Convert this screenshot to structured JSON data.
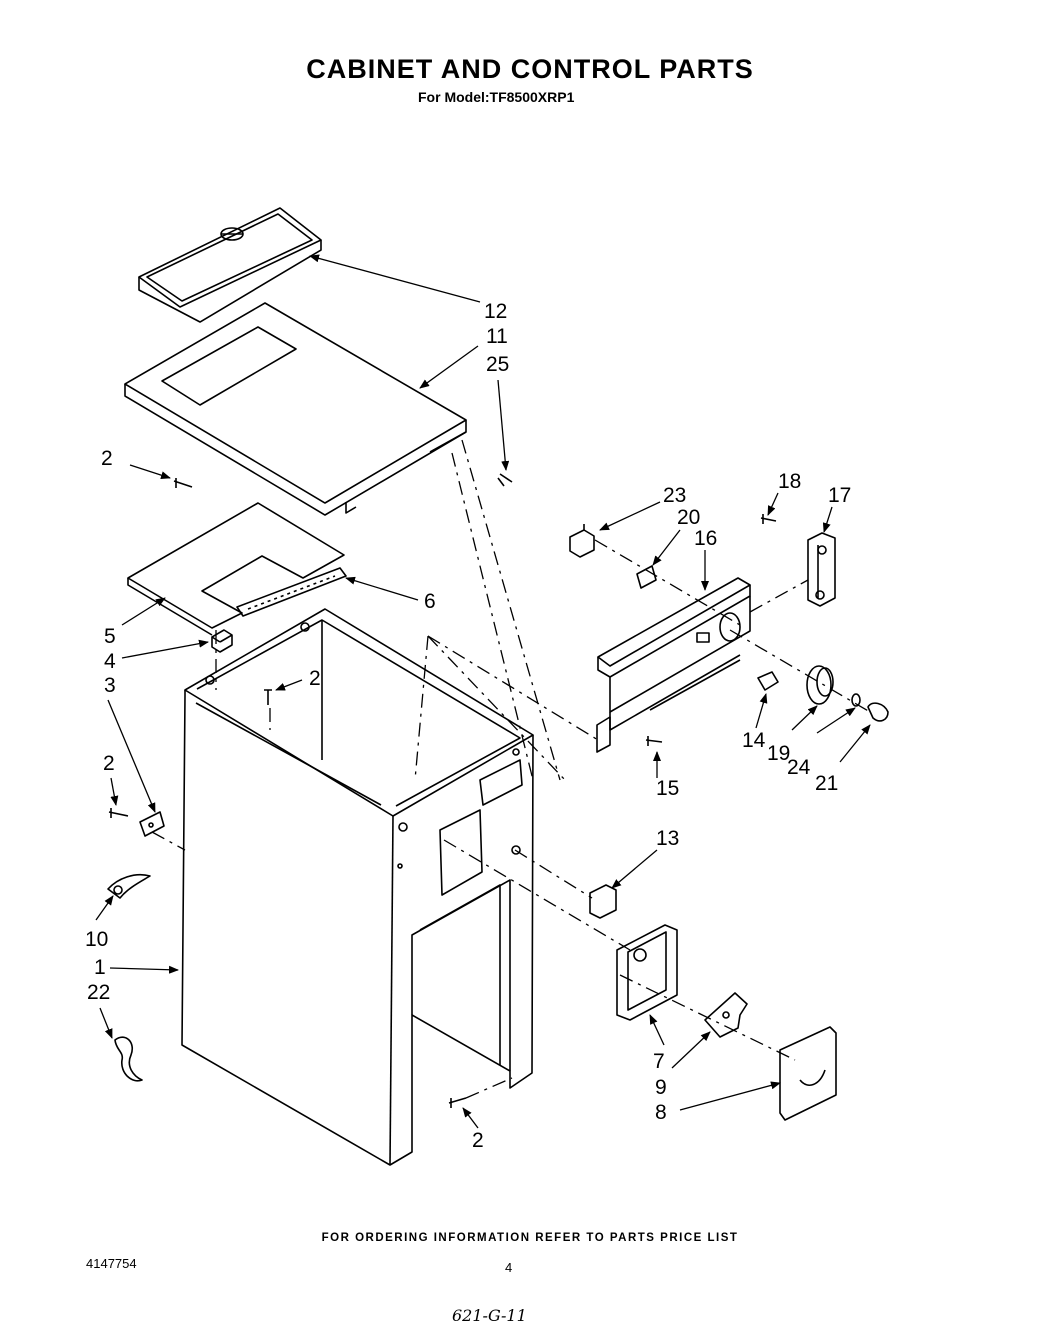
{
  "page": {
    "title": "CABINET AND CONTROL PARTS",
    "subtitle": "For Model:TF8500XRP1",
    "footer_note": "FOR ORDERING INFORMATION REFER TO PARTS PRICE LIST",
    "document_number": "4147754",
    "page_number": "4",
    "handwritten_note": "621-G-11"
  },
  "callouts": [
    "12",
    "11",
    "25",
    "2",
    "23",
    "20",
    "18",
    "17",
    "16",
    "6",
    "5",
    "4",
    "3",
    "2",
    "2",
    "14",
    "19",
    "24",
    "21",
    "15",
    "13",
    "10",
    "1",
    "22",
    "7",
    "9",
    "8",
    "2"
  ]
}
